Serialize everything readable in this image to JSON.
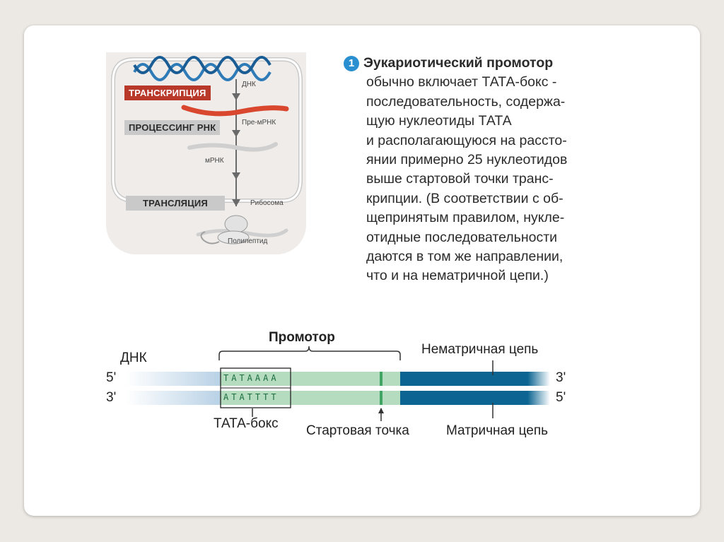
{
  "flow": {
    "dna_label": "ДНК",
    "transcription": "ТРАНСКРИПЦИЯ",
    "pre_mrna_label": "Пре-мРНК",
    "processing": "ПРОЦЕССИНГ РНК",
    "mrna_label": "мРНК",
    "translation": "ТРАНСЛЯЦИЯ",
    "ribosome_label": "Рибосома",
    "polypeptide_label": "Полипептид"
  },
  "callout": {
    "number": "1",
    "lines": [
      "Эукариотический промотор",
      "обычно включает ТАТА-бокс -",
      "последовательность, содержа-",
      "щую нуклеотиды ТАТА",
      "и располагающуюся на рассто-",
      "янии примерно 25 нуклеотидов",
      "выше стартовой точки транс-",
      "крипции. (В соответствии с об-",
      "щепринятым правилом, нукле-",
      "отидные последовательности",
      "даются в том же направлении,",
      "что и на нематричной цепи.)"
    ]
  },
  "diagram": {
    "promoter_label": "Промотор",
    "dna_label": "ДНК",
    "nontemplate_label": "Нематричная цепь",
    "template_label": "Матричная цепь",
    "five_prime_left": "5'",
    "three_prime_left": "3'",
    "three_prime_right": "3'",
    "five_prime_right": "5'",
    "top_sequence": "TATAAAA",
    "bottom_sequence": "ATATTTT",
    "tata_box_label": "ТАТА-бокс",
    "start_point_label": "Стартовая точка"
  },
  "colors": {
    "transcription_bg": "#b8382a",
    "gray_box_bg": "#c9c9c9",
    "dna_blue": "#1f6ea8",
    "promoter_green": "#b6dcc0",
    "pale_blue": "#bcd4e8",
    "strand_dark": "#0b6491",
    "badge_blue": "#2a8fd0"
  }
}
